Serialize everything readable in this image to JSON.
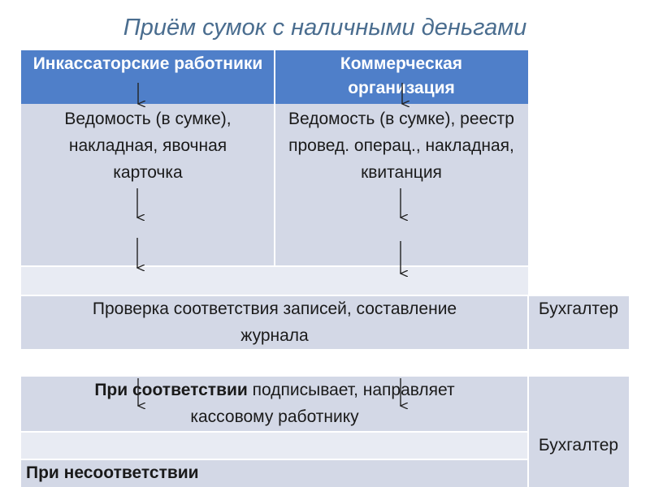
{
  "title": "Приём сумок с наличными деньгами",
  "columns": [
    {
      "header": "Инкассаторские работники",
      "documents": "Ведомость (в сумке), накладная, явочная карточка"
    },
    {
      "header": "Коммерческая организация",
      "documents": "Ведомость (в сумке), реестр провед. операц., накладная, квитанция"
    }
  ],
  "check": {
    "text": "Проверка соответствия записей, составление журнала",
    "role": "Бухгалтер"
  },
  "outcome": {
    "match_bold": "При соответствии",
    "match_rest": " подписывает, направляет кассовому работнику",
    "mismatch": "При несоответствии",
    "role": "Бухгалтер"
  },
  "colors": {
    "header_bg": "#4f7fc9",
    "cell_bg": "#d3d8e6",
    "strip_bg": "#e8ebf3",
    "title": "#4a6d8f"
  }
}
